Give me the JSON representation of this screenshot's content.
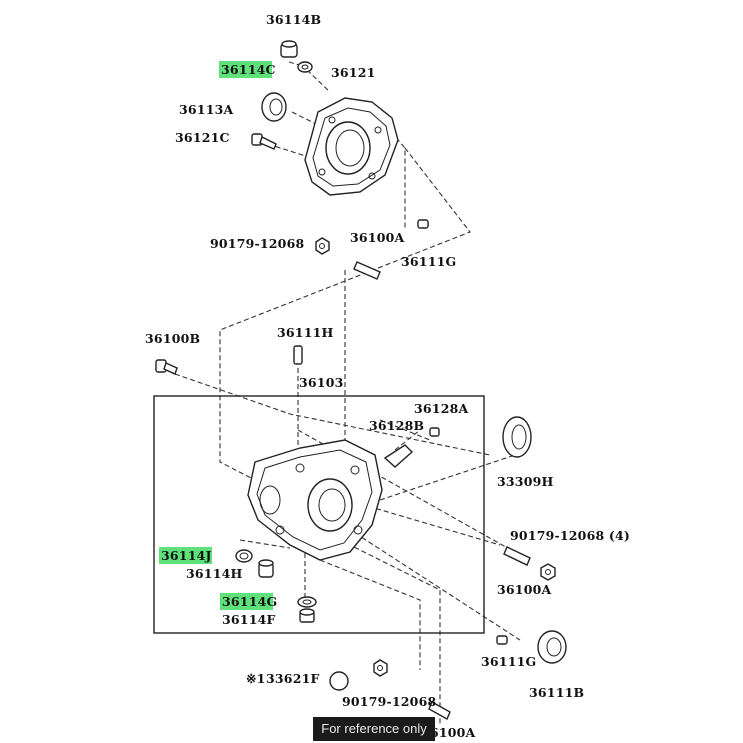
{
  "labels": {
    "l_36114B": "36114B",
    "l_36114C": "36114C",
    "l_36121": "36121",
    "l_36113A": "36113A",
    "l_36121C": "36121C",
    "l_90179a": "90179-12068",
    "l_36100A_top": "36100A",
    "l_36111G_top": "36111G",
    "l_36100B": "36100B",
    "l_36111H": "36111H",
    "l_36103": "36103",
    "l_36128A": "36128A",
    "l_36128B": "36128B",
    "l_33309H": "33309H",
    "l_90179b": "90179-12068 (4)",
    "l_36114J": "36114J",
    "l_36114H": "36114H",
    "l_36100A_right": "36100A",
    "l_36114G": "36114G",
    "l_36114F": "36114F",
    "l_36111G_bottom": "36111G",
    "l_33621F": "33621F",
    "l_33621_prefix": "※1",
    "l_90179c": "90179-12068",
    "l_36111B": "36111B",
    "l_36100A_bottom": "36100A"
  },
  "watermark": "For reference only",
  "colors": {
    "highlight": "#5ee07a",
    "ink": "#222222"
  }
}
